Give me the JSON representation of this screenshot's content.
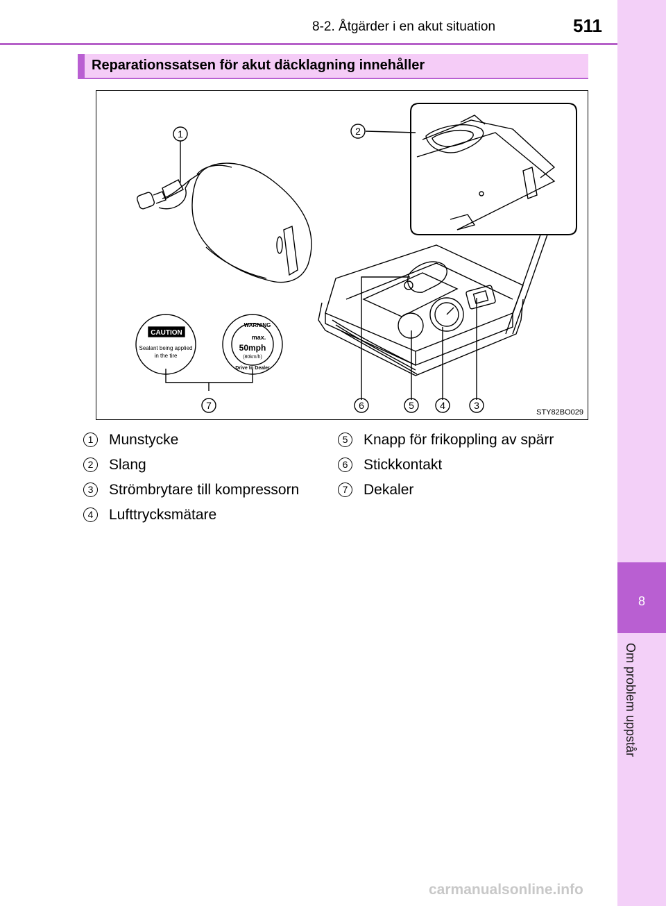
{
  "header": {
    "section_title": "8-2. Åtgärder i en akut situation",
    "page_number": "511"
  },
  "side_tab": {
    "chapter_number": "8",
    "chapter_title": "Om problem uppstår"
  },
  "section": {
    "title": "Reparationssatsen för akut däcklagning innehåller"
  },
  "figure": {
    "id": "STY82BO029",
    "callouts": [
      "1",
      "2",
      "3",
      "4",
      "5",
      "6",
      "7"
    ],
    "caution_sticker": {
      "heading": "CAUTION",
      "line1": "Sealant being applied",
      "line2": "in the tire"
    },
    "warning_sticker": {
      "heading": "WARNING",
      "max": "max.",
      "speed": "50mph",
      "speed_kmh": "(80km/h)",
      "footer": "Drive to Dealer"
    }
  },
  "legend": [
    {
      "num": "1",
      "label": "Munstycke"
    },
    {
      "num": "2",
      "label": "Slang"
    },
    {
      "num": "3",
      "label": "Strömbrytare till kompressorn"
    },
    {
      "num": "4",
      "label": "Lufttrycksmätare"
    },
    {
      "num": "5",
      "label": "Knapp för frikoppling av spärr"
    },
    {
      "num": "6",
      "label": "Stickkontakt"
    },
    {
      "num": "7",
      "label": "Dekaler"
    }
  ],
  "watermark": "carmanualsonline.info",
  "colors": {
    "accent": "#b95fd2",
    "band": "#f5ccf7",
    "tab": "#f3d0f8"
  }
}
